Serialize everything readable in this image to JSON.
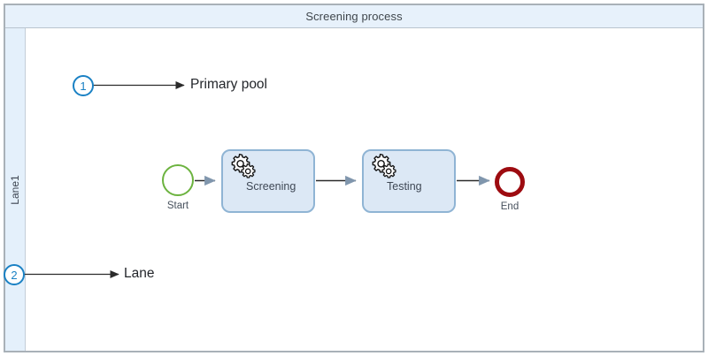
{
  "pool": {
    "title": "Screening process",
    "lane_strip_label": "Lane1"
  },
  "flow": {
    "start_event": {
      "label": "Start",
      "color": "#6cb33f"
    },
    "end_event": {
      "label": "End",
      "color": "#9d0b10"
    },
    "tasks": [
      {
        "label": "Screening",
        "icon": "gears-icon",
        "fill": "#dce8f5",
        "stroke": "#8fb4d4"
      },
      {
        "label": "Testing",
        "icon": "gears-icon",
        "fill": "#dce8f5",
        "stroke": "#8fb4d4"
      }
    ],
    "connector_color": "#2b2b2b",
    "arrowhead_color": "#8096ad"
  },
  "annotations": [
    {
      "number": "1",
      "label": "Primary pool",
      "color": "#1a81c4"
    },
    {
      "number": "2",
      "label": "Lane",
      "color": "#1a81c4"
    }
  ]
}
